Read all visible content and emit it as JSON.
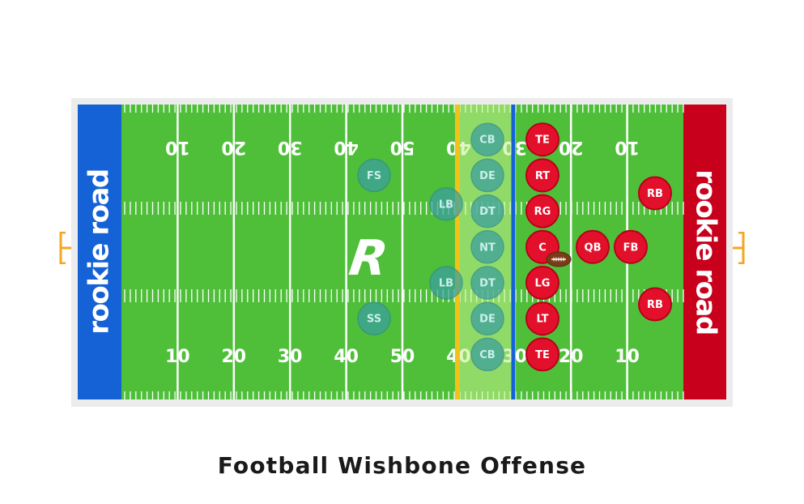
{
  "title": "Football Wishbone Offense",
  "colors": {
    "field": "#4fbf3a",
    "left_endzone": "#1462d6",
    "right_endzone": "#c8001c",
    "line_of_scrimmage": "#1462d6",
    "first_down_line": "#f2c21b",
    "goalpost": "#f5a623",
    "offense": "#e3102c",
    "defense": "#3a9fa0",
    "neutral_zone": "#c7f08c"
  },
  "endzones": {
    "left": {
      "text": "rookie road"
    },
    "right": {
      "text": "rookie road"
    }
  },
  "yard_numbers_top": [
    "10",
    "20",
    "30",
    "40",
    "50",
    "40",
    "30",
    "20",
    "10"
  ],
  "yard_numbers_bottom": [
    "10",
    "20",
    "30",
    "40",
    "50",
    "40",
    "30",
    "20",
    "10"
  ],
  "logo_letter": "R",
  "offense": [
    {
      "id": "te-top",
      "label": "TE",
      "line": 0,
      "row": 1
    },
    {
      "id": "rt",
      "label": "RT",
      "line": 0,
      "row": 2
    },
    {
      "id": "rg",
      "label": "RG",
      "line": 0,
      "row": 3
    },
    {
      "id": "c",
      "label": "C",
      "line": 0,
      "row": 4
    },
    {
      "id": "lg",
      "label": "LG",
      "line": 0,
      "row": 5
    },
    {
      "id": "lt",
      "label": "LT",
      "line": 0,
      "row": 6
    },
    {
      "id": "te-bottom",
      "label": "TE",
      "line": 0,
      "row": 7
    },
    {
      "id": "qb",
      "label": "QB",
      "line": 1,
      "row": 4
    },
    {
      "id": "fb",
      "label": "FB",
      "line": 2,
      "row": 4
    },
    {
      "id": "rb-top",
      "label": "RB",
      "line": 3,
      "row": 2.5
    },
    {
      "id": "rb-bottom",
      "label": "RB",
      "line": 3,
      "row": 5.6
    }
  ],
  "defense": [
    {
      "id": "cb-top",
      "label": "CB",
      "line": 0,
      "row": 1
    },
    {
      "id": "de-top",
      "label": "DE",
      "line": 0,
      "row": 2
    },
    {
      "id": "dt-top",
      "label": "DT",
      "line": 0,
      "row": 3
    },
    {
      "id": "nt",
      "label": "NT",
      "line": 0,
      "row": 4
    },
    {
      "id": "dt-bottom",
      "label": "DT",
      "line": 0,
      "row": 5
    },
    {
      "id": "de-bottom",
      "label": "DE",
      "line": 0,
      "row": 6
    },
    {
      "id": "cb-bottom",
      "label": "CB",
      "line": 0,
      "row": 7
    },
    {
      "id": "lb-top",
      "label": "LB",
      "line": 1,
      "row": 2.8
    },
    {
      "id": "lb-bottom",
      "label": "LB",
      "line": 1,
      "row": 5
    },
    {
      "id": "fs",
      "label": "FS",
      "line": 2,
      "row": 2
    },
    {
      "id": "ss",
      "label": "SS",
      "line": 2,
      "row": 6
    }
  ]
}
